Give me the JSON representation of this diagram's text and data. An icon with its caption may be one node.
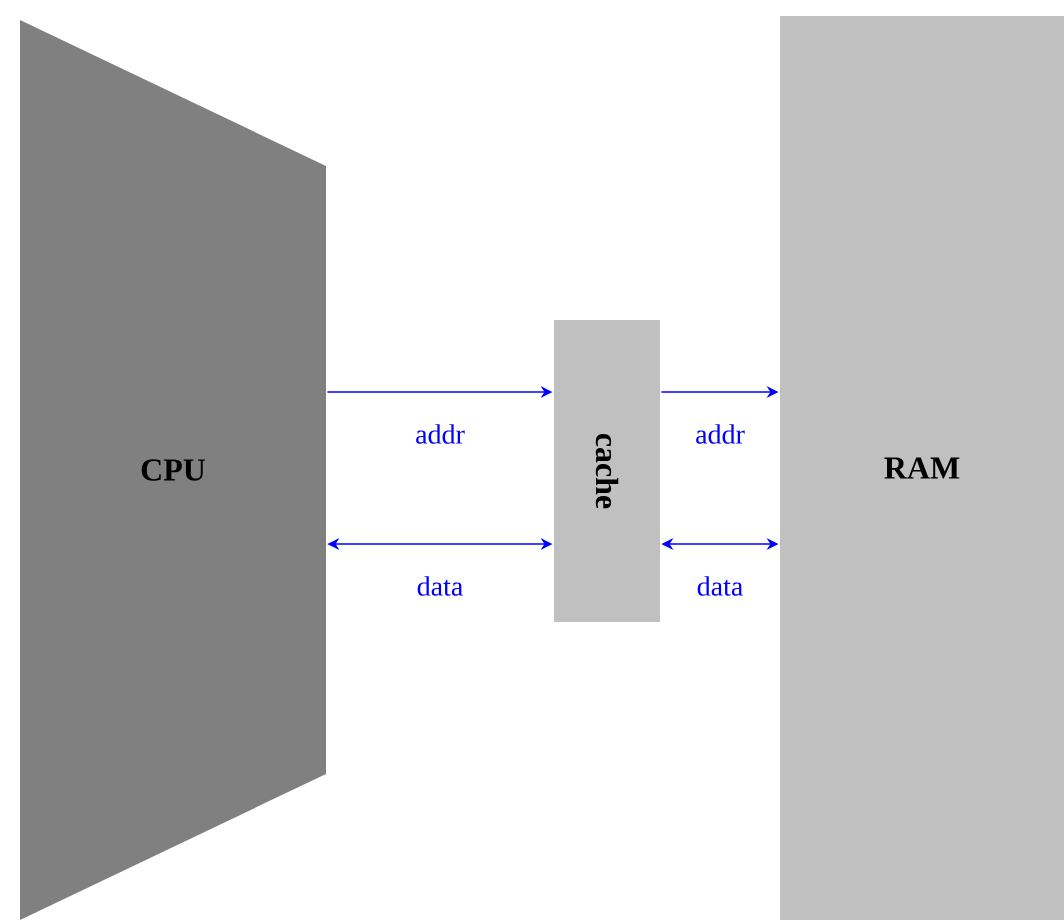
{
  "diagram": {
    "nodes": [
      {
        "text": [
          "CPU"
        ]
      },
      {
        "text": [
          "cache"
        ]
      },
      {
        "text": [
          "RAM"
        ]
      }
    ],
    "edges": [
      {
        "from": 0,
        "to": 1,
        "arrow": "to",
        "label": "addr"
      },
      {
        "from": 0,
        "to": 1,
        "arrow": "both",
        "label": "data"
      },
      {
        "from": 1,
        "to": 2,
        "arrow": "to",
        "label": "addr"
      },
      {
        "from": 1,
        "to": 2,
        "arrow": "both",
        "label": "data"
      }
    ]
  }
}
